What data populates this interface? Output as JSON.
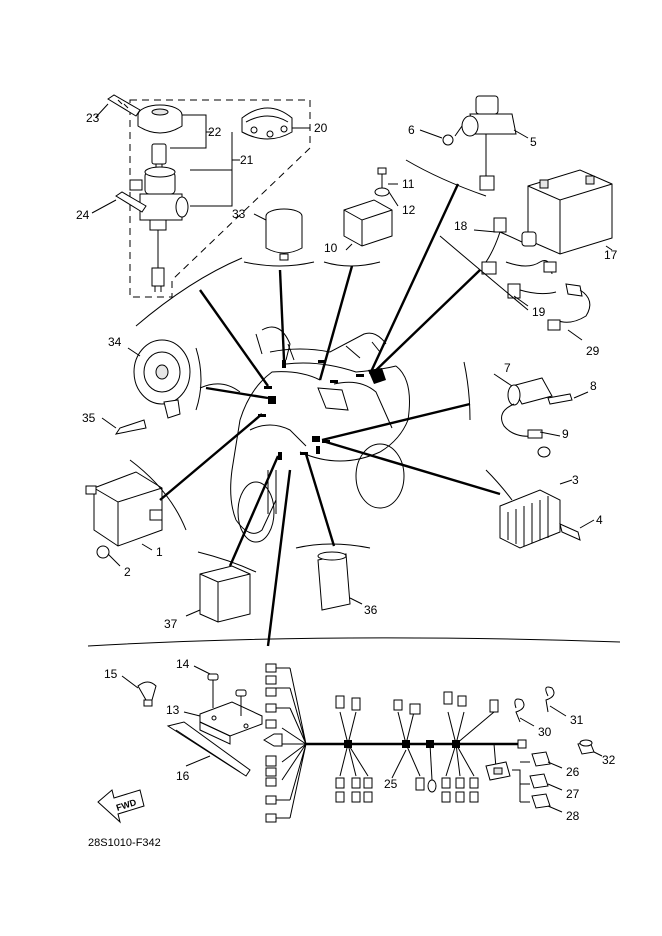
{
  "diagram": {
    "drawing_code": "28S1010-F342",
    "fwd_label": "FWD",
    "callouts": {
      "c1": "1",
      "c2": "2",
      "c3": "3",
      "c4": "4",
      "c5": "5",
      "c6": "6",
      "c7": "7",
      "c8": "8",
      "c9": "9",
      "c10": "10",
      "c11": "11",
      "c12": "12",
      "c13": "13",
      "c14": "14",
      "c15": "15",
      "c16": "16",
      "c17": "17",
      "c18": "18",
      "c19": "19",
      "c20": "20",
      "c21": "21",
      "c22": "22",
      "c23": "23",
      "c24": "24",
      "c25": "25",
      "c26": "26",
      "c27": "27",
      "c28": "28",
      "c29": "29",
      "c30": "30",
      "c31": "31",
      "c32": "32",
      "c33": "33",
      "c34": "34",
      "c35": "35",
      "c36": "36",
      "c37": "37"
    }
  }
}
